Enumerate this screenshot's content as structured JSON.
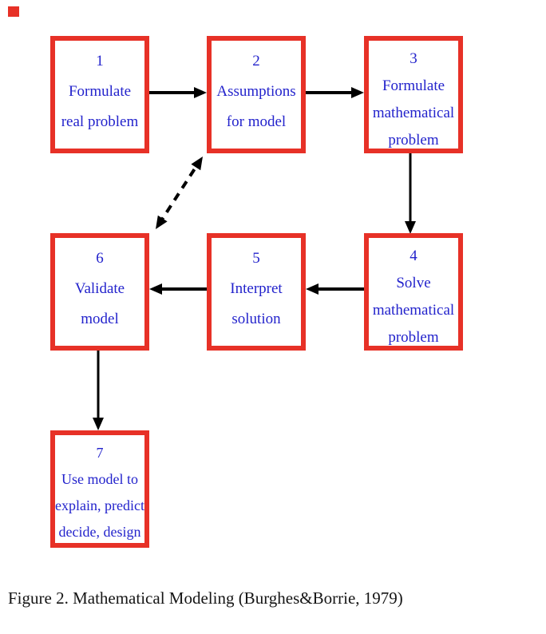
{
  "figure": {
    "caption": "Figure 2. Mathematical Modeling (Burghes&Borrie, 1979)"
  },
  "colors": {
    "box_border": "#e73127",
    "box_text": "#2323cc",
    "arrow": "#000000",
    "background": "#ffffff"
  },
  "diagram": {
    "type": "flowchart",
    "boxes": [
      {
        "number": "1",
        "lines": [
          "Formulate",
          "real problem"
        ]
      },
      {
        "number": "2",
        "lines": [
          "Assumptions",
          "for model"
        ]
      },
      {
        "number": "3",
        "lines": [
          "Formulate",
          "mathematical",
          "problem"
        ]
      },
      {
        "number": "4",
        "lines": [
          "Solve",
          "mathematical",
          "problem"
        ]
      },
      {
        "number": "5",
        "lines": [
          "Interpret",
          "solution"
        ]
      },
      {
        "number": "6",
        "lines": [
          "Validate",
          "model"
        ]
      },
      {
        "number": "7",
        "lines": [
          "Use model to",
          "explain, predict",
          "decide, design"
        ]
      }
    ],
    "connections": [
      {
        "from": "1",
        "to": "2",
        "style": "solid-arrow"
      },
      {
        "from": "2",
        "to": "3",
        "style": "solid-arrow"
      },
      {
        "from": "3",
        "to": "4",
        "style": "solid-arrow"
      },
      {
        "from": "4",
        "to": "5",
        "style": "solid-arrow"
      },
      {
        "from": "5",
        "to": "6",
        "style": "solid-arrow"
      },
      {
        "from": "6",
        "to": "7",
        "style": "solid-arrow"
      },
      {
        "from": "6",
        "to": "2",
        "style": "dashed-double-arrow"
      }
    ]
  }
}
